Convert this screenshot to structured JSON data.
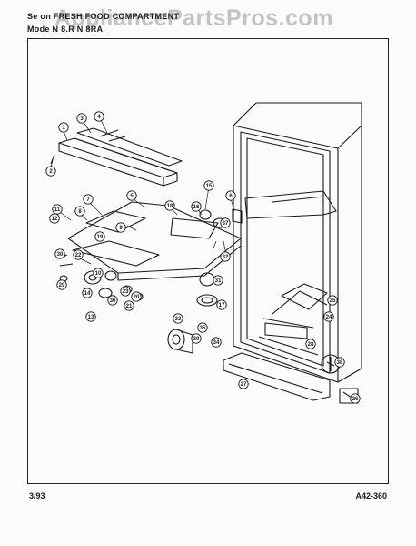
{
  "header": {
    "section_line": "Se  on  FRESH  FOOD  COMPARTMENT",
    "model_line": "Mode          N    8.R  N    8RA"
  },
  "watermark": {
    "text": "AppliancePartsPros.com"
  },
  "footer": {
    "date": "3/93",
    "code": "A42-360"
  },
  "callouts": [
    "1",
    "2",
    "3",
    "4",
    "5",
    "6",
    "7",
    "8",
    "9",
    "10",
    "11",
    "12",
    "13",
    "14",
    "15",
    "16",
    "17",
    "18",
    "19",
    "20",
    "21",
    "22",
    "23",
    "24",
    "25",
    "26",
    "27",
    "28",
    "29",
    "30",
    "31",
    "32",
    "33",
    "34",
    "35",
    "36",
    "37",
    "38",
    "39"
  ],
  "colors": {
    "ink": "#1a1a1a",
    "paper": "#fbfbf9",
    "watermark": "#969696"
  }
}
